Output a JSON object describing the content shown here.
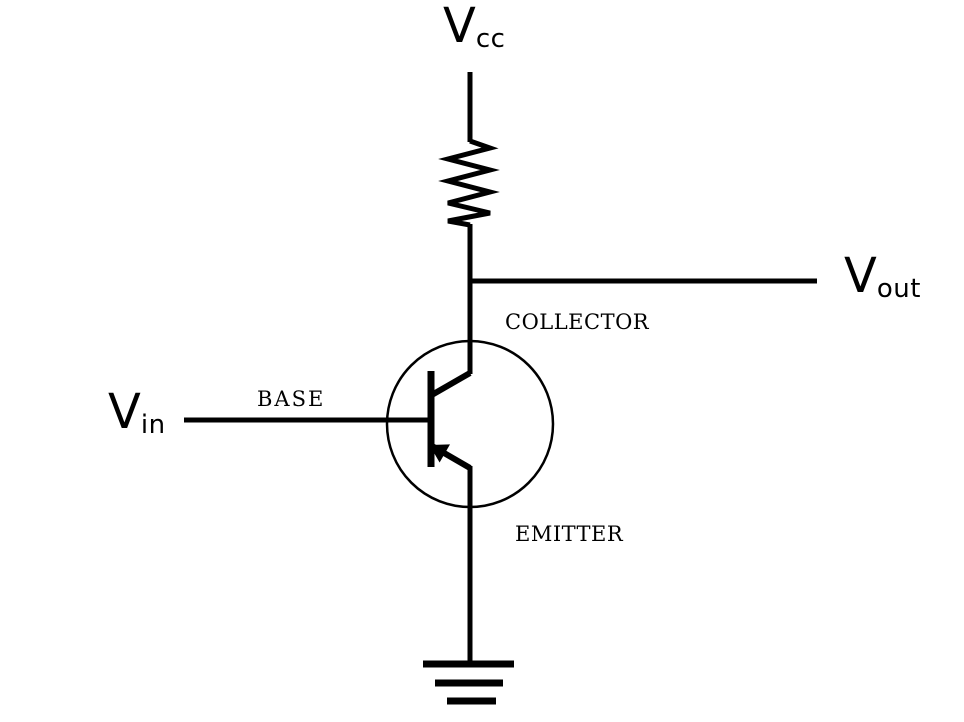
{
  "diagram": {
    "labels": {
      "vcc": {
        "main": "V",
        "sub": "cc"
      },
      "vin": {
        "main": "V",
        "sub": "in"
      },
      "vout": {
        "main": "V",
        "sub": "out"
      },
      "collector": "COLLECTOR",
      "base": "BASE",
      "emitter": "EMITTER"
    },
    "colors": {
      "ink": "#000000",
      "background": "#ffffff"
    }
  }
}
